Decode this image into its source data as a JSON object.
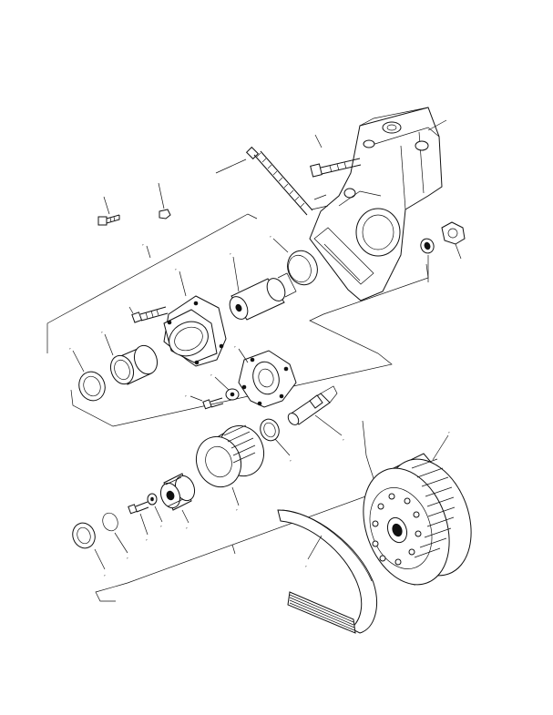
{
  "diagram": {
    "callouts": [
      {
        "id": "bolt-large",
        "text": ""
      },
      {
        "id": "bracket-top",
        "text": ""
      },
      {
        "id": "stud-long",
        "text": ""
      },
      {
        "id": "nut-left",
        "text": ""
      },
      {
        "id": "washer-left",
        "text": ""
      },
      {
        "id": "assembly-upper",
        "text": ","
      },
      {
        "id": "seal-upper",
        "text": ","
      },
      {
        "id": "shaft-upper",
        "text": ","
      },
      {
        "id": "housing-upper",
        "text": ","
      },
      {
        "id": "bolt-housing",
        "text": ""
      },
      {
        "id": "bearing-upper",
        "text": ","
      },
      {
        "id": "seal-lower",
        "text": ","
      },
      {
        "id": "flange-hub",
        "text": ","
      },
      {
        "id": "washer-hub",
        "text": ","
      },
      {
        "id": "bolt-hub",
        "text": ","
      },
      {
        "id": "shaft-lower",
        "text": ","
      },
      {
        "id": "seal-ring",
        "text": ","
      },
      {
        "id": "pulley-idler",
        "text": ","
      },
      {
        "id": "bearing-lower",
        "text": ","
      },
      {
        "id": "washer-lower",
        "text": ","
      },
      {
        "id": "bolt-lower",
        "text": ","
      },
      {
        "id": "oring-lower",
        "text": ","
      },
      {
        "id": "cap-lower",
        "text": ","
      },
      {
        "id": "pulley-crank",
        "text": ","
      },
      {
        "id": "belt-drive",
        "text": ","
      },
      {
        "id": "washer-right",
        "text": ""
      },
      {
        "id": "nut-right",
        "text": ""
      }
    ]
  }
}
